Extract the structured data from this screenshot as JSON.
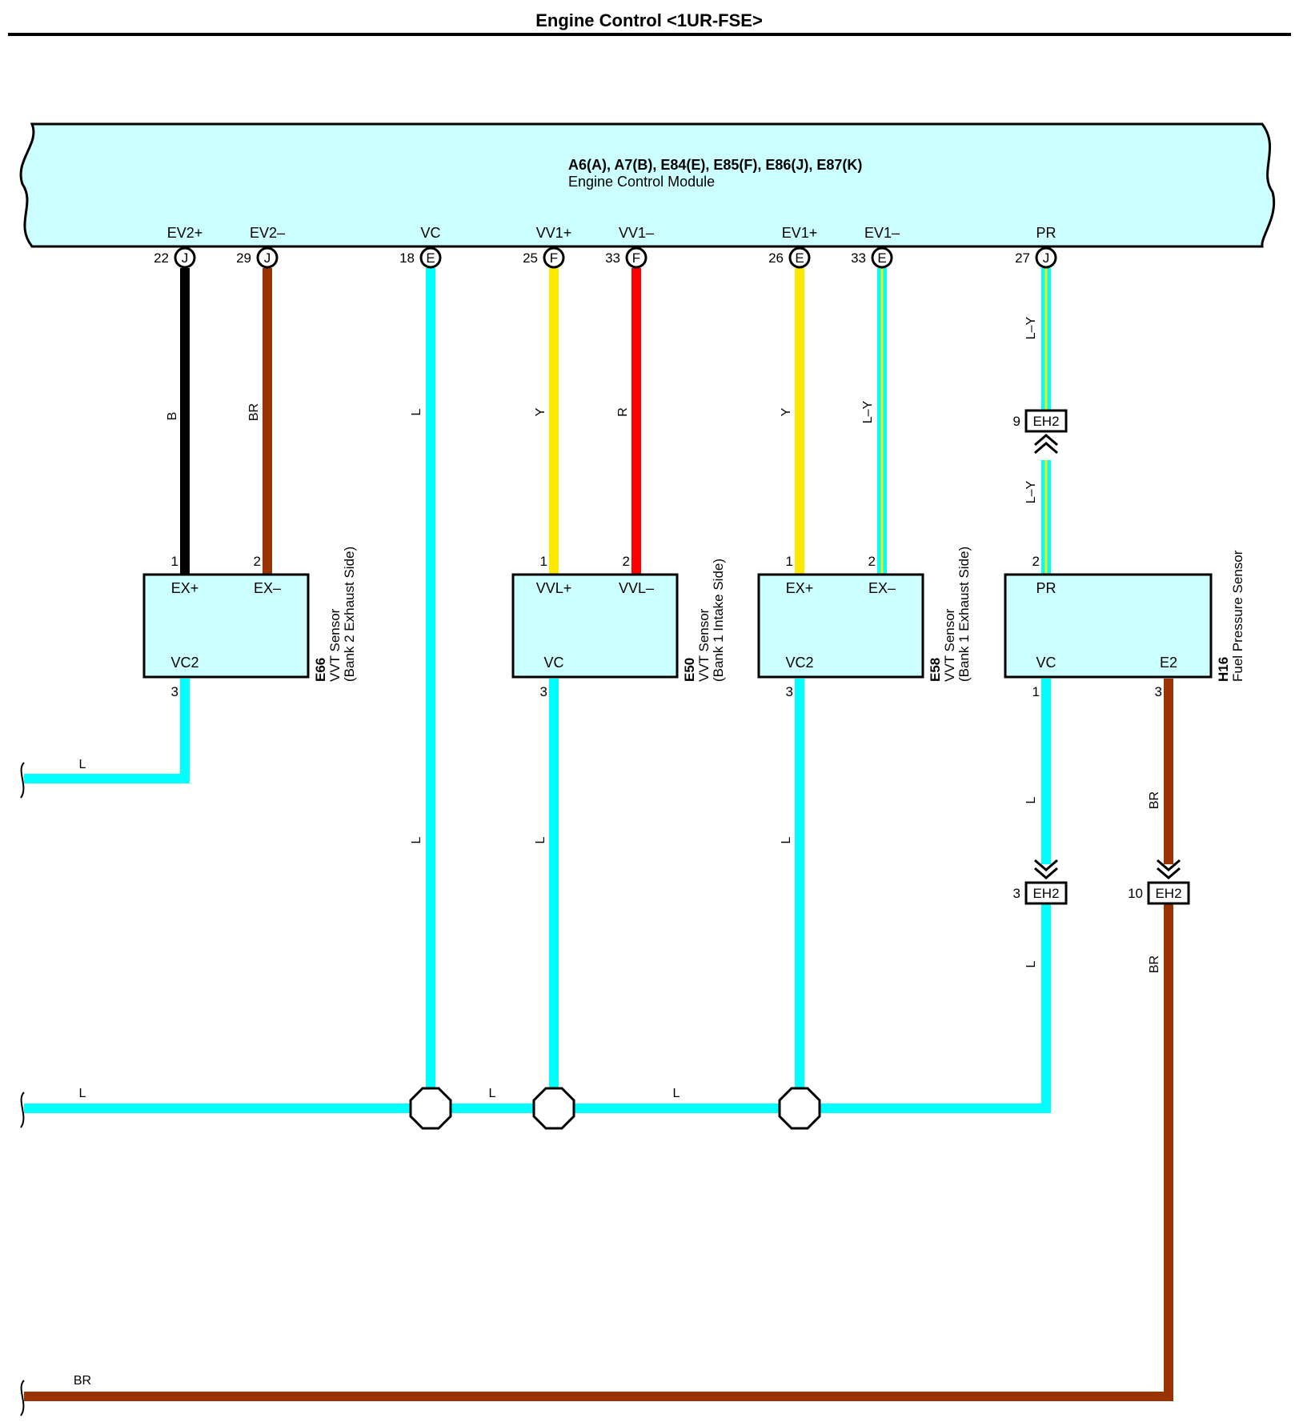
{
  "title": "Engine Control <1UR-FSE>",
  "ecm": {
    "connectors": "A6(A), A7(B), E84(E), E85(F), E86(J), E87(K)",
    "name": "Engine Control Module",
    "fill": "#ccffff"
  },
  "colors": {
    "B": "#000000",
    "BR": "#993300",
    "L": "#00ffff",
    "Y": "#ffe800",
    "R": "#ff0000",
    "stripe": "#ffe800"
  },
  "ecm_pins": [
    {
      "id": "ev2p",
      "label": "EV2+",
      "num": "22",
      "conn": "J"
    },
    {
      "id": "ev2m",
      "label": "EV2–",
      "num": "29",
      "conn": "J"
    },
    {
      "id": "vc",
      "label": "VC",
      "num": "18",
      "conn": "E"
    },
    {
      "id": "vv1p",
      "label": "VV1+",
      "num": "25",
      "conn": "F"
    },
    {
      "id": "vv1m",
      "label": "VV1–",
      "num": "33",
      "conn": "F"
    },
    {
      "id": "ev1p",
      "label": "EV1+",
      "num": "26",
      "conn": "E"
    },
    {
      "id": "ev1m",
      "label": "EV1–",
      "num": "33",
      "conn": "E"
    },
    {
      "id": "pr",
      "label": "PR",
      "num": "27",
      "conn": "J"
    }
  ],
  "components": [
    {
      "id": "e66",
      "code": "E66",
      "name": "VVT Sensor",
      "desc": "(Bank 2 Exhaust Side)",
      "pins": [
        {
          "num": "1",
          "label": "EX+"
        },
        {
          "num": "2",
          "label": "EX–"
        },
        {
          "num": "3",
          "label": "VC2"
        }
      ]
    },
    {
      "id": "e50",
      "code": "E50",
      "name": "VVT Sensor",
      "desc": "(Bank 1 Intake Side)",
      "pins": [
        {
          "num": "1",
          "label": "VVL+"
        },
        {
          "num": "2",
          "label": "VVL–"
        },
        {
          "num": "3",
          "label": "VC"
        }
      ]
    },
    {
      "id": "e58",
      "code": "E58",
      "name": "VVT Sensor",
      "desc": "(Bank 1 Exhaust Side)",
      "pins": [
        {
          "num": "1",
          "label": "EX+"
        },
        {
          "num": "2",
          "label": "EX–"
        },
        {
          "num": "3",
          "label": "VC2"
        }
      ]
    },
    {
      "id": "h16",
      "code": "H16",
      "name": "Fuel Pressure Sensor",
      "desc": "",
      "pins": [
        {
          "num": "2",
          "label": "PR"
        },
        {
          "num": "1",
          "label": "VC"
        },
        {
          "num": "3",
          "label": "E2"
        }
      ]
    }
  ],
  "wire_labels": {
    "b": "B",
    "br": "BR",
    "l": "L",
    "y": "Y",
    "r": "R",
    "ly": "L–Y"
  },
  "inline_connectors": [
    {
      "id": "eh2_9",
      "name": "EH2",
      "pin": "9"
    },
    {
      "id": "eh2_3",
      "name": "EH2",
      "pin": "3"
    },
    {
      "id": "eh2_10",
      "name": "EH2",
      "pin": "10"
    }
  ]
}
